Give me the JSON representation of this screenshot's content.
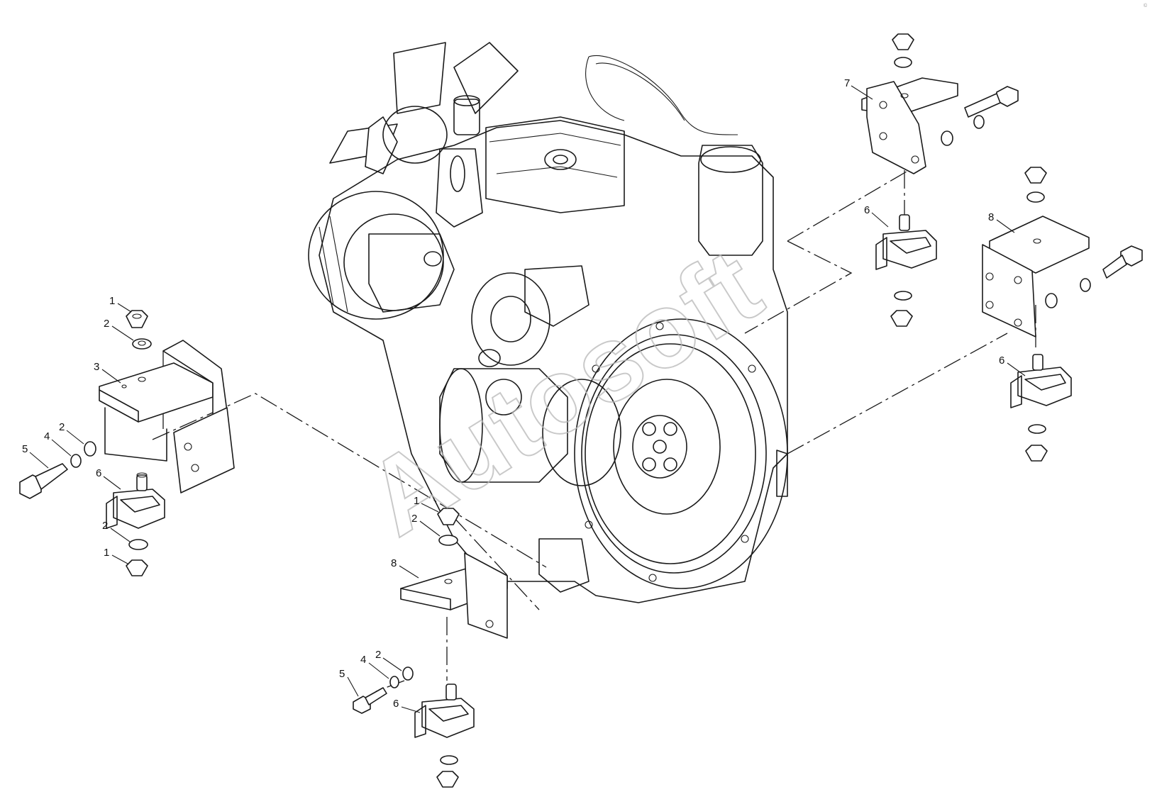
{
  "watermark": "Autosoft",
  "corner_mark": "©",
  "callouts": {
    "c1": "1",
    "c2": "2",
    "c3": "3",
    "c4": "2",
    "c5": "4",
    "c6": "5",
    "c7": "6",
    "c8": "2",
    "c9": "1",
    "c10": "1",
    "c11": "2",
    "c12": "8",
    "c13": "2",
    "c14": "4",
    "c15": "5",
    "c16": "6",
    "c17": "7",
    "c18": "6",
    "c19": "8",
    "c20": "6"
  }
}
